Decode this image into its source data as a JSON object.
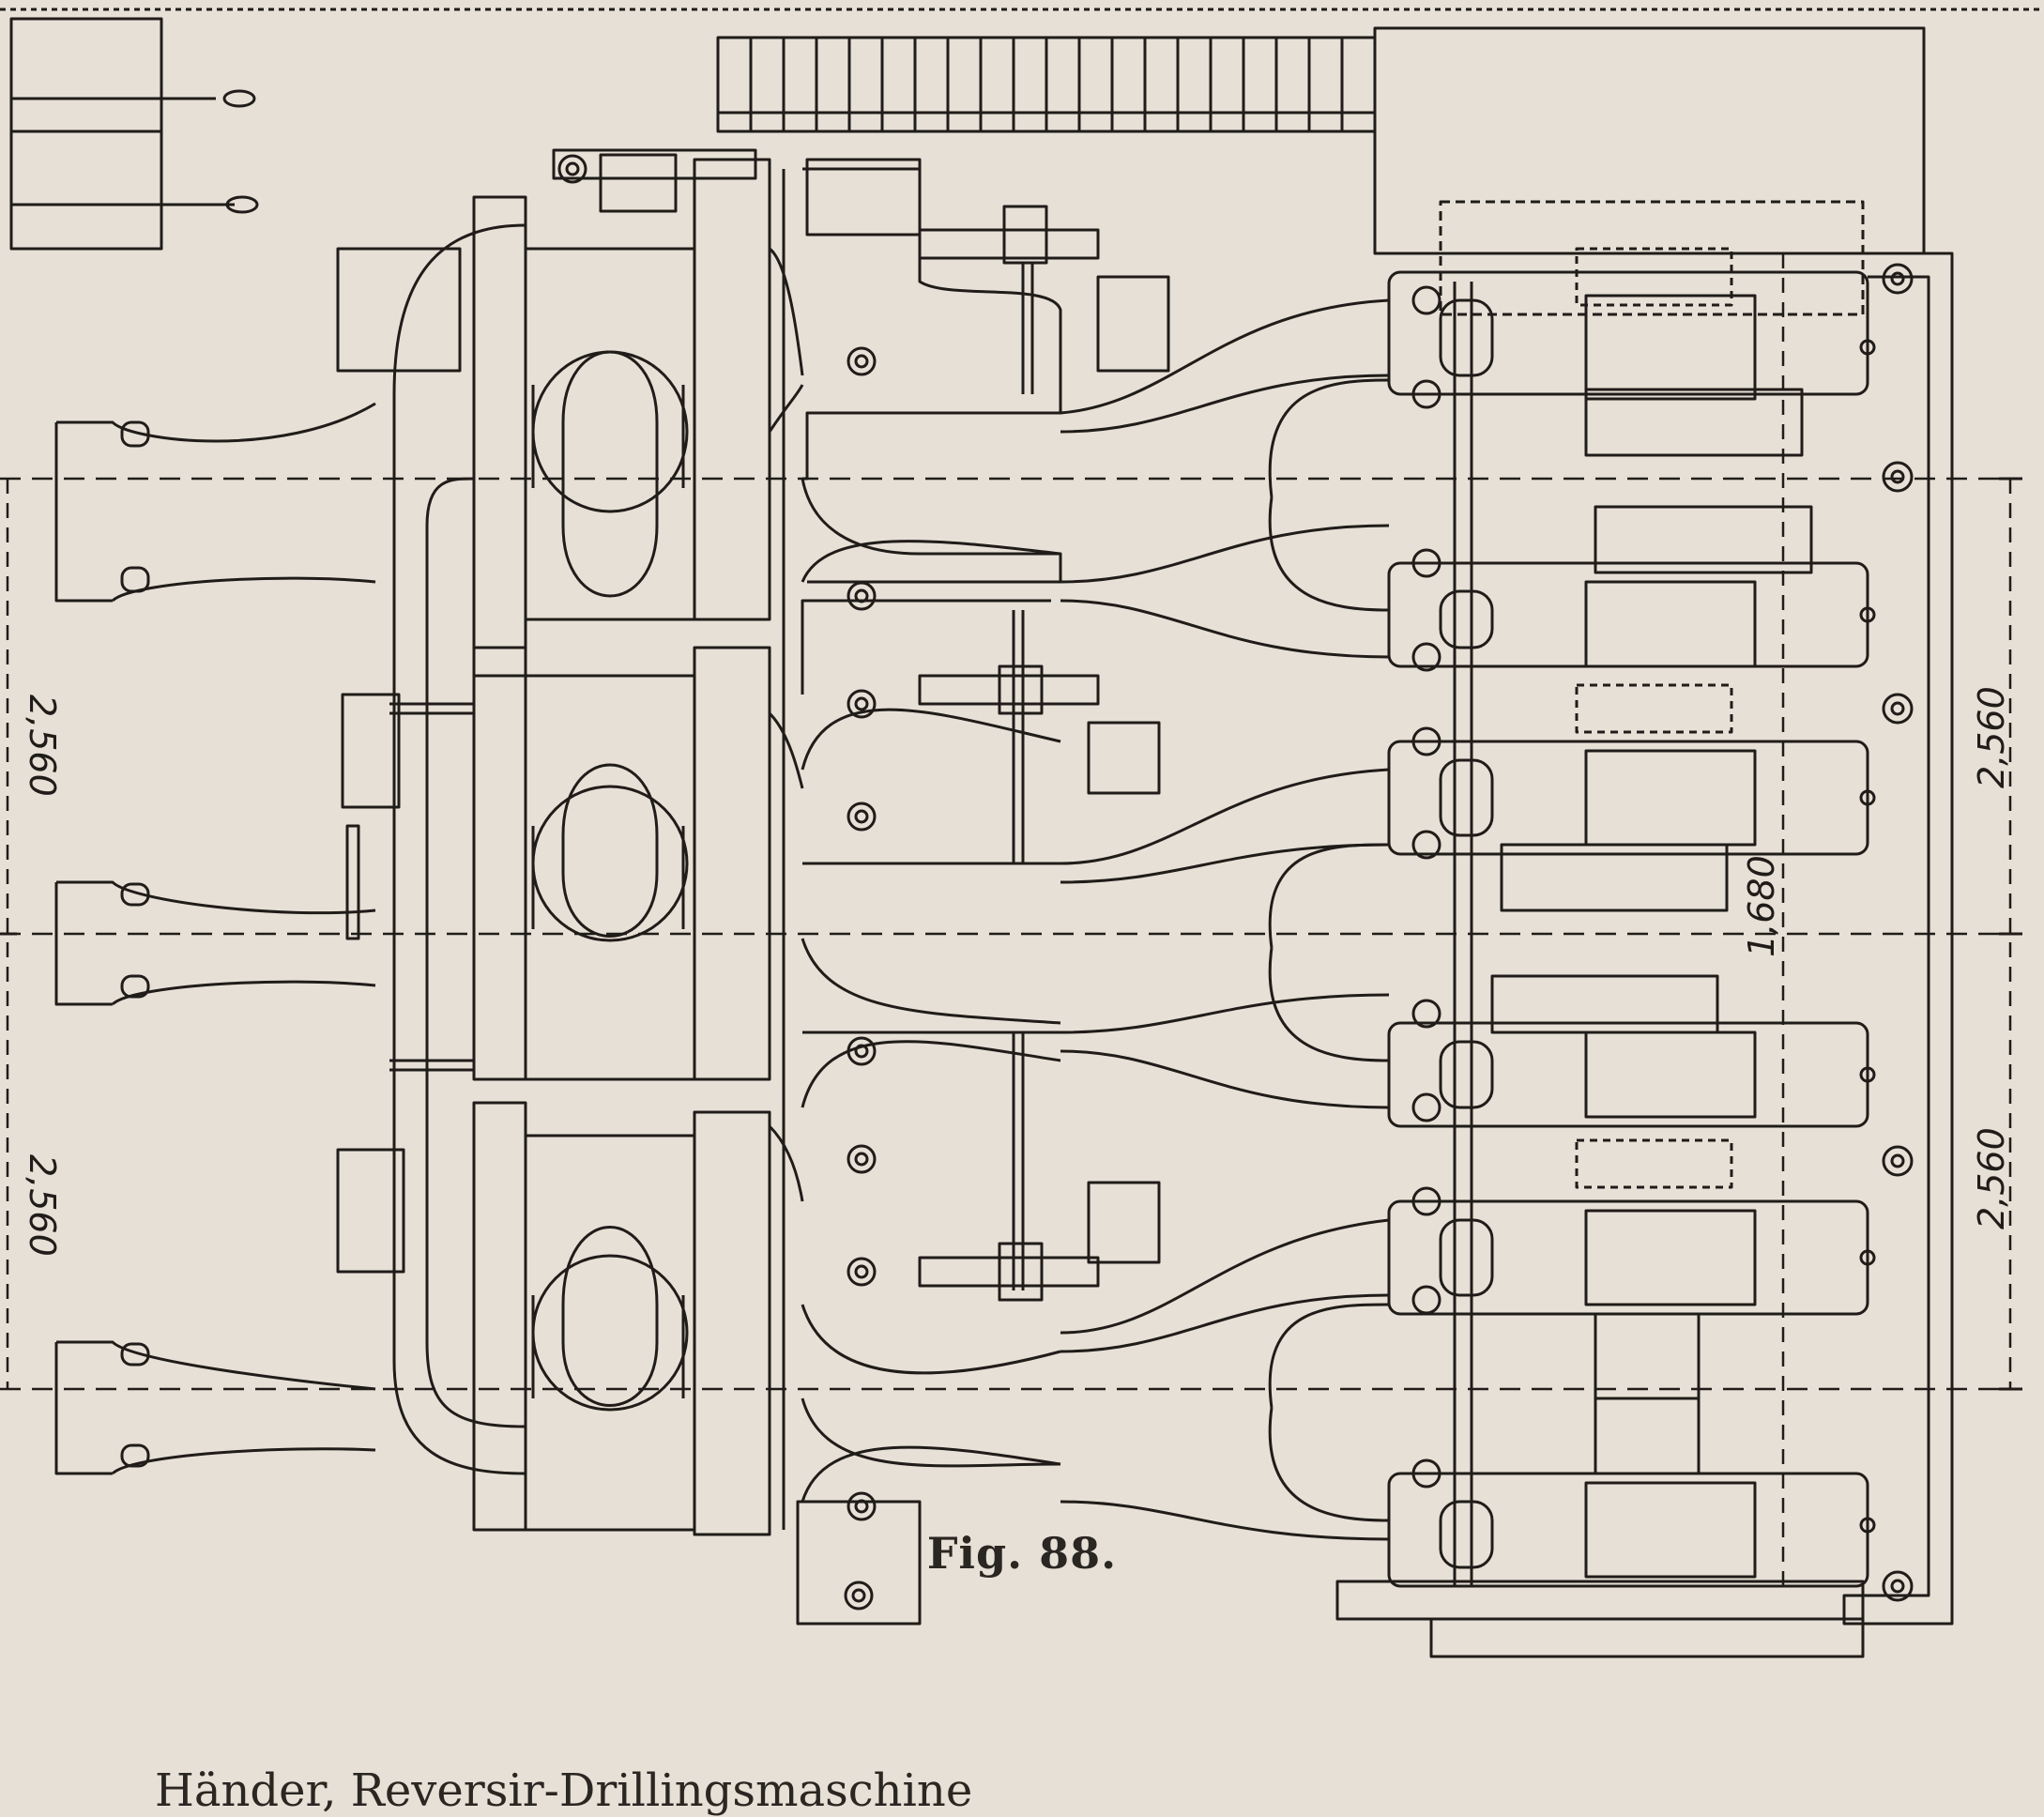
{
  "figure": {
    "caption": "Fig. 88.",
    "subcaption": "Händer, Reversir-Drillingsmaschine",
    "dimensions": {
      "left_upper": "2,560",
      "left_lower": "2,560",
      "right_upper": "2,560",
      "right_lower": "2,560",
      "center": "1,680"
    }
  },
  "colors": {
    "paper": "#e7e0d6",
    "ink": "#1f1c19"
  }
}
